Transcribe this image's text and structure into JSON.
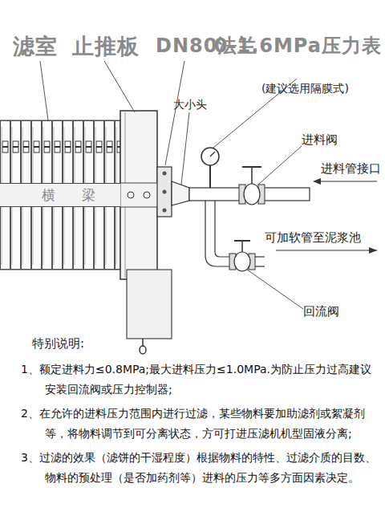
{
  "diagram": {
    "nodes": [
      {
        "text": [
          "横 梁"
        ]
      }
    ],
    "labels": [
      "滤室",
      "止推板",
      "DN80法兰",
      "0-1.6MPa压力表",
      "(建议选用隔膜式)",
      "大小头",
      "进料阀",
      "进料管接口",
      "可加软管至泥浆池",
      "回流阀",
      "特别说明:",
      "1、额定进料力≤0.8MPa;最大进料压力≤1.0MPa.为防止压力过高建议安装回流阀或压力控制器;",
      "2、在允许的进料压力范围内进行过滤，某些物料要加助滤剂或絮凝剂等，将物料调节到可分离状态，方可打进压滤机机型固液分离;",
      "3、过滤的效果（滤饼的干湿程度）根据物料的特性、过滤介质的目数、物料的预处理（是否加药剂等）进料的压力等多方面因素决定。"
    ]
  }
}
